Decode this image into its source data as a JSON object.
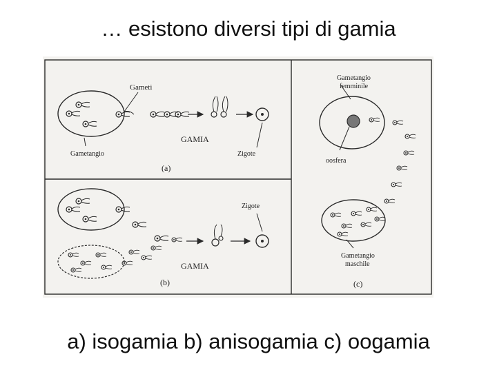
{
  "slide": {
    "title": "… esistono diversi tipi di gamia",
    "caption": "a) isogamia b) anisogamia c) oogamia"
  },
  "figure": {
    "panel_a": {
      "gameti": "Gameti",
      "gamia": "GAMIA",
      "gametangio": "Gametangio",
      "zigote": "Zigote",
      "letter": "(a)"
    },
    "panel_b": {
      "zigote": "Zigote",
      "gamia": "GAMIA",
      "letter": "(b)"
    },
    "panel_c": {
      "gametangio_femminile_1": "Gametangio",
      "gametangio_femminile_2": "femminile",
      "oosfera": "oosfera",
      "gametangio_maschile_1": "Gametangio",
      "gametangio_maschile_2": "maschile",
      "letter": "(c)"
    },
    "colors": {
      "paper": "#f3f2ef",
      "ink": "#2a2a2a"
    }
  }
}
